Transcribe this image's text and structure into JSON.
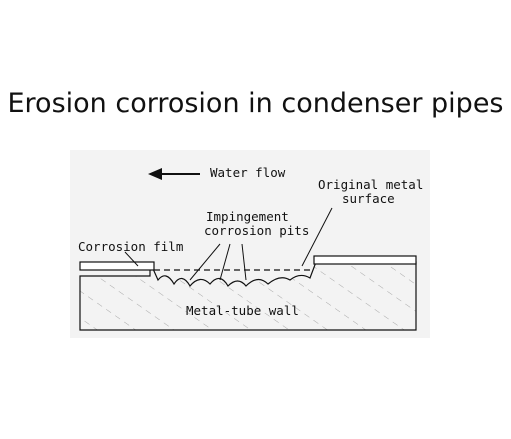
{
  "slide": {
    "title": "Erosion corrosion in condenser pipes"
  },
  "diagram": {
    "labels": {
      "water_flow": "Water flow",
      "original_surface_line1": "Original metal",
      "original_surface_line2": "surface",
      "pits_line1": "Impingement",
      "pits_line2": "corrosion pits",
      "corrosion_film": "Corrosion film",
      "tube_wall": "Metal-tube wall"
    },
    "flow_direction": "left"
  }
}
